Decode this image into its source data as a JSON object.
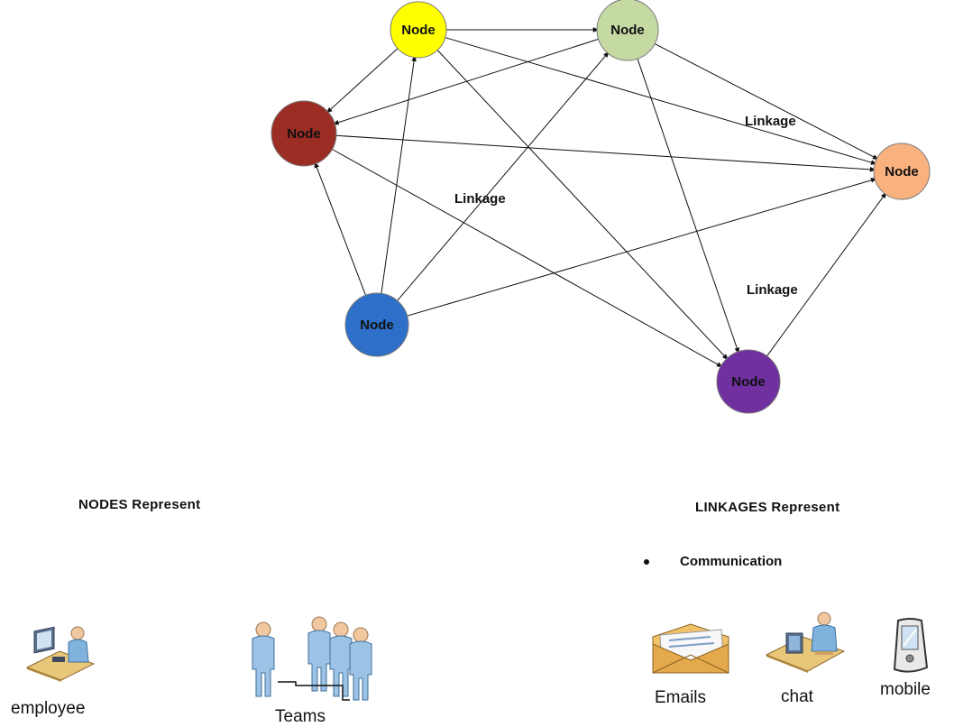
{
  "nodes": [
    {
      "id": "yellow",
      "label": "Node",
      "color": "#FFFF00"
    },
    {
      "id": "sage",
      "label": "Node",
      "color": "#C5D9A3"
    },
    {
      "id": "red",
      "label": "Node",
      "color": "#9B2D25"
    },
    {
      "id": "orange",
      "label": "Node",
      "color": "#F9B27E"
    },
    {
      "id": "blue",
      "label": "Node",
      "color": "#2E6FC9"
    },
    {
      "id": "purple",
      "label": "Node",
      "color": "#7030A0"
    }
  ],
  "edges": [
    {
      "from": "yellow",
      "to": "sage"
    },
    {
      "from": "yellow",
      "to": "red"
    },
    {
      "from": "yellow",
      "to": "orange"
    },
    {
      "from": "yellow",
      "to": "purple"
    },
    {
      "from": "sage",
      "to": "red"
    },
    {
      "from": "sage",
      "to": "orange"
    },
    {
      "from": "sage",
      "to": "purple"
    },
    {
      "from": "red",
      "to": "orange"
    },
    {
      "from": "red",
      "to": "purple"
    },
    {
      "from": "blue",
      "to": "red"
    },
    {
      "from": "blue",
      "to": "yellow"
    },
    {
      "from": "blue",
      "to": "sage"
    },
    {
      "from": "blue",
      "to": "orange"
    },
    {
      "from": "purple",
      "to": "orange"
    }
  ],
  "edge_labels": [
    "Linkage",
    "Linkage",
    "Linkage"
  ],
  "legend": {
    "nodes_heading": "NODES  Represent",
    "linkages_heading": "LINKAGES   Represent",
    "bullet": "Communication",
    "node_items": [
      {
        "label": "employee",
        "icon": "employee-icon"
      },
      {
        "label": "Teams",
        "icon": "teams-icon"
      }
    ],
    "linkage_items": [
      {
        "label": "Emails",
        "icon": "email-icon"
      },
      {
        "label": "chat",
        "icon": "chat-icon"
      },
      {
        "label": "mobile",
        "icon": "mobile-icon"
      }
    ]
  }
}
